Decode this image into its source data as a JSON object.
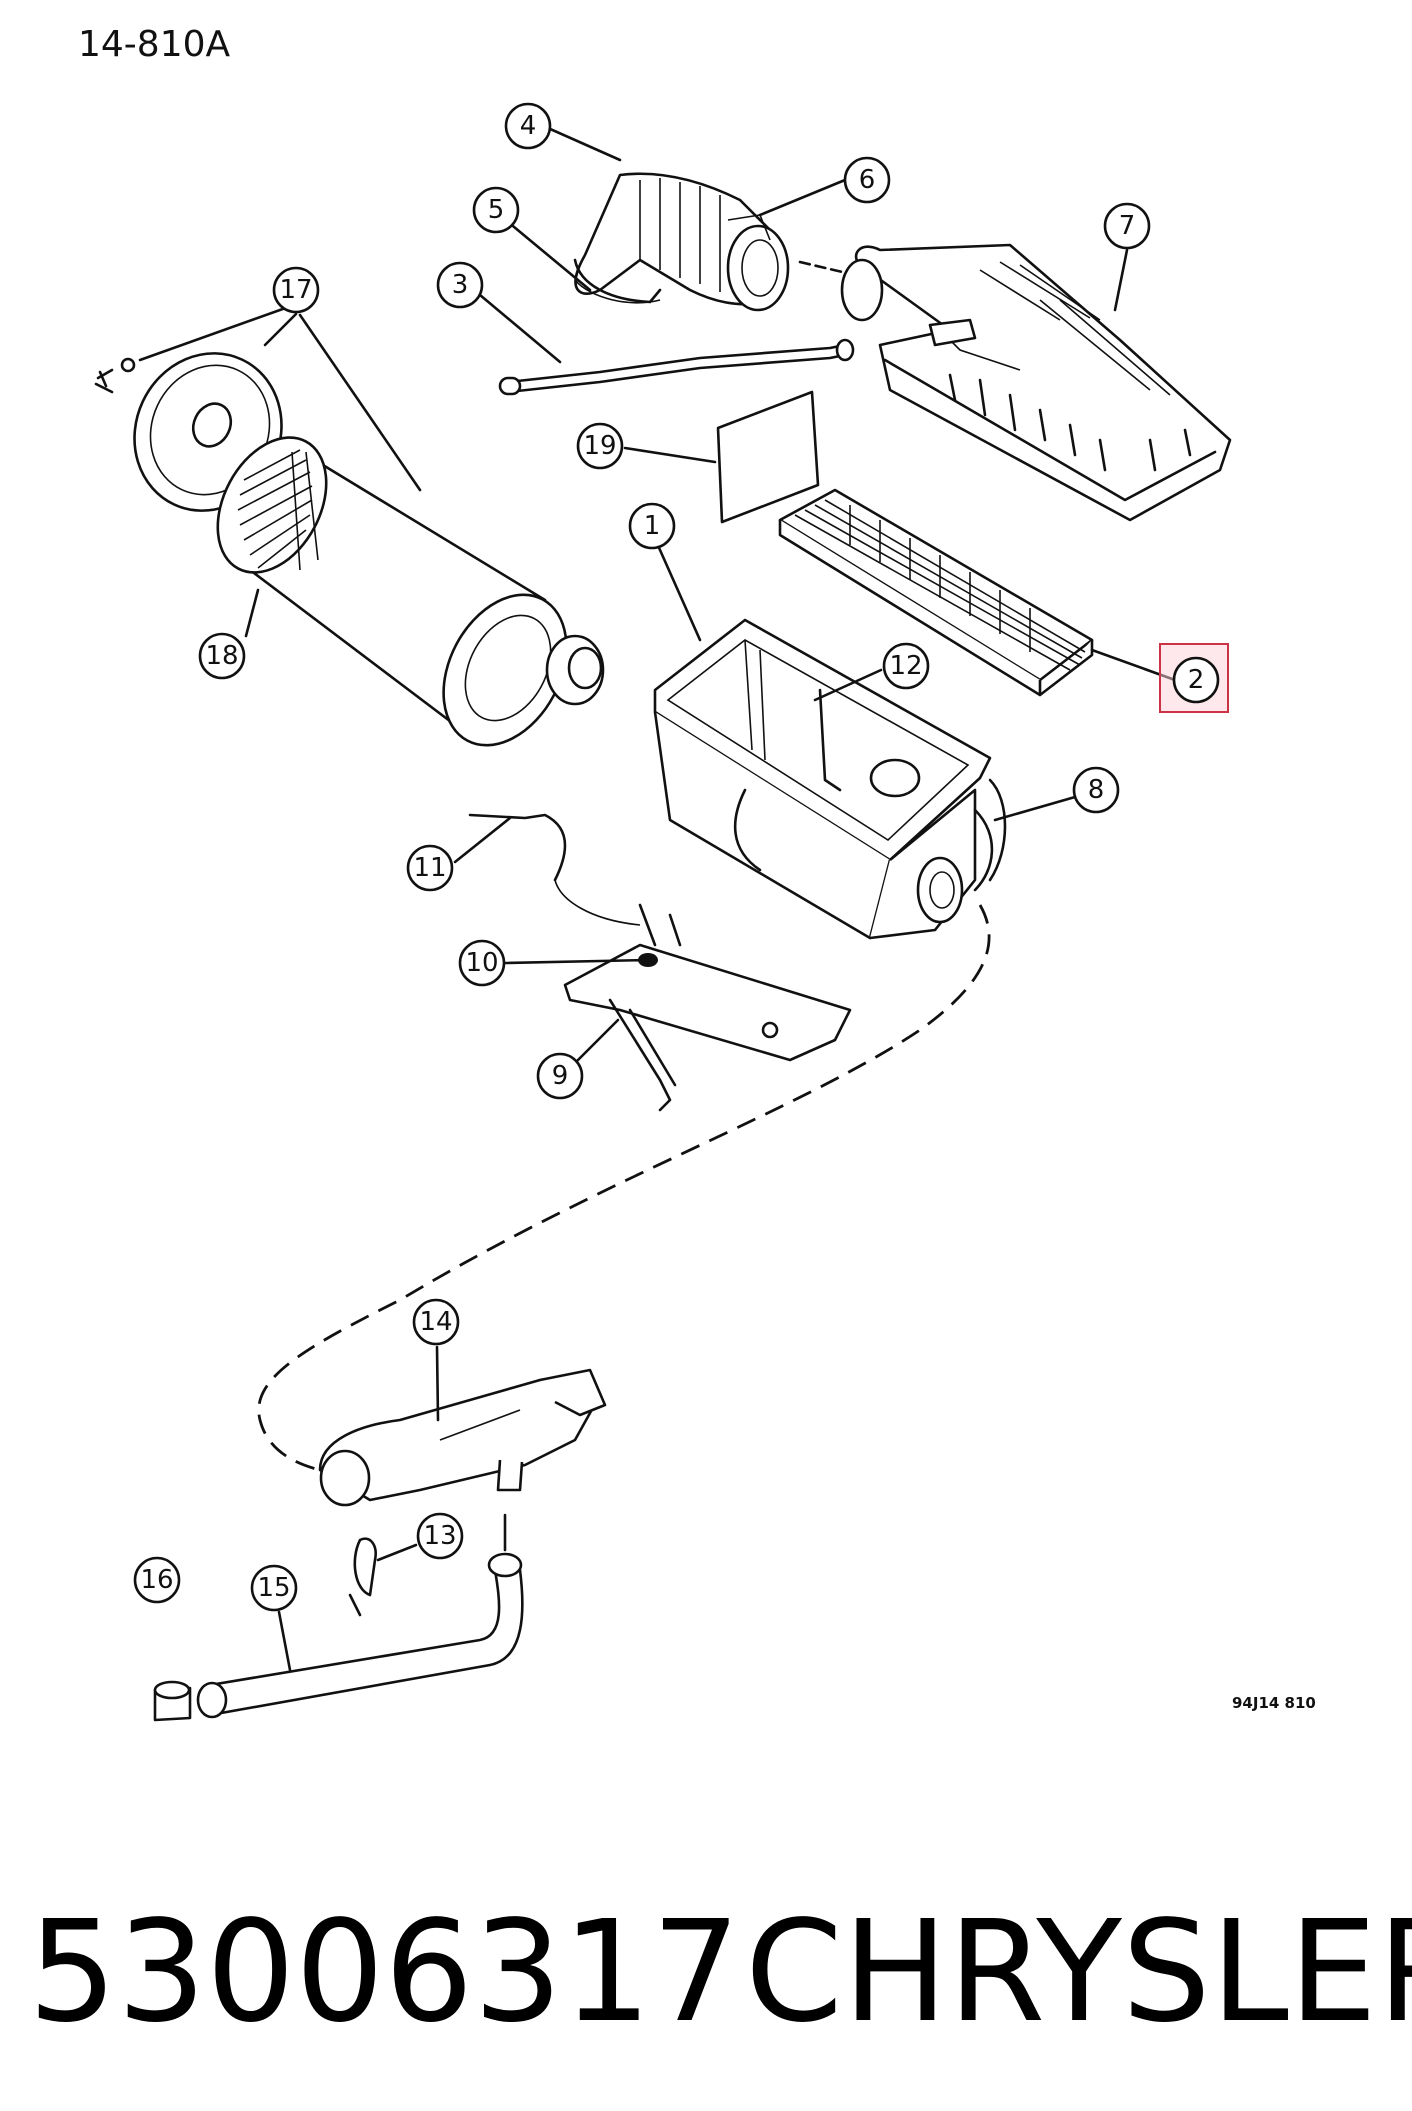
{
  "diagram_id": "14-810A",
  "drawing_code": "94J14  810",
  "highlight_color": "#cc3344",
  "callouts": [
    {
      "label": "1"
    },
    {
      "label": "2"
    },
    {
      "label": "3"
    },
    {
      "label": "4"
    },
    {
      "label": "5"
    },
    {
      "label": "6"
    },
    {
      "label": "7"
    },
    {
      "label": "8"
    },
    {
      "label": "9"
    },
    {
      "label": "10"
    },
    {
      "label": "11"
    },
    {
      "label": "12"
    },
    {
      "label": "13"
    },
    {
      "label": "14"
    },
    {
      "label": "15"
    },
    {
      "label": "16"
    },
    {
      "label": "17"
    },
    {
      "label": "18"
    },
    {
      "label": "19"
    }
  ],
  "footer": {
    "part_number": "53006317",
    "brand": "CHRYSLER"
  }
}
